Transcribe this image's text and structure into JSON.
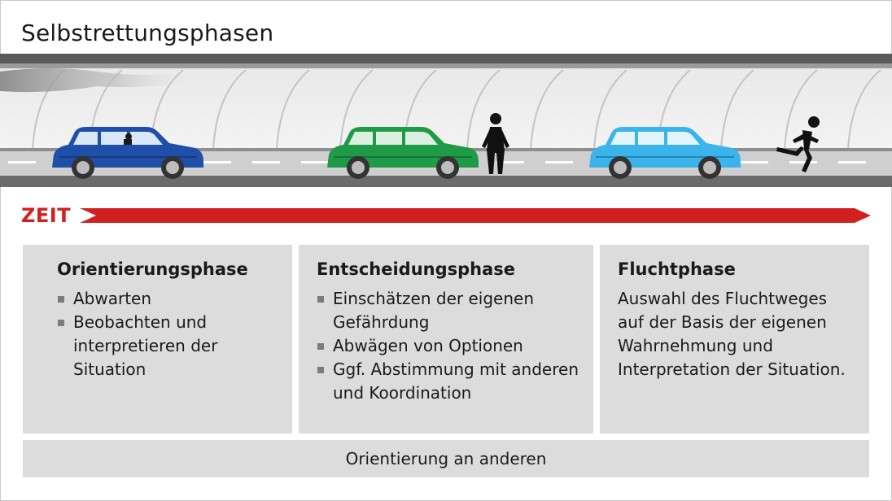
{
  "title": "Selbstrettungsphasen",
  "timeline": {
    "label": "ZEIT",
    "arrow_color": "#d21f1f"
  },
  "illustration": {
    "car_colors": [
      "#1f4fa8",
      "#1f9a46",
      "#3ab4ea"
    ]
  },
  "phases": [
    {
      "heading": "Orientierungsphase",
      "bullets": [
        "Abwarten",
        "Beobachten und interpretieren der Situation"
      ]
    },
    {
      "heading": "Entscheidungsphase",
      "bullets": [
        "Einschätzen der eigenen Gefährdung",
        "Abwägen von Optionen",
        "Ggf. Abstimmung mit anderen und Koordination"
      ]
    },
    {
      "heading": "Fluchtphase",
      "text": "Auswahl des Fluchtweges auf der Basis der eigenen Wahrnehmung und Interpretation der Situation."
    }
  ],
  "footer": "Orientierung an anderen"
}
